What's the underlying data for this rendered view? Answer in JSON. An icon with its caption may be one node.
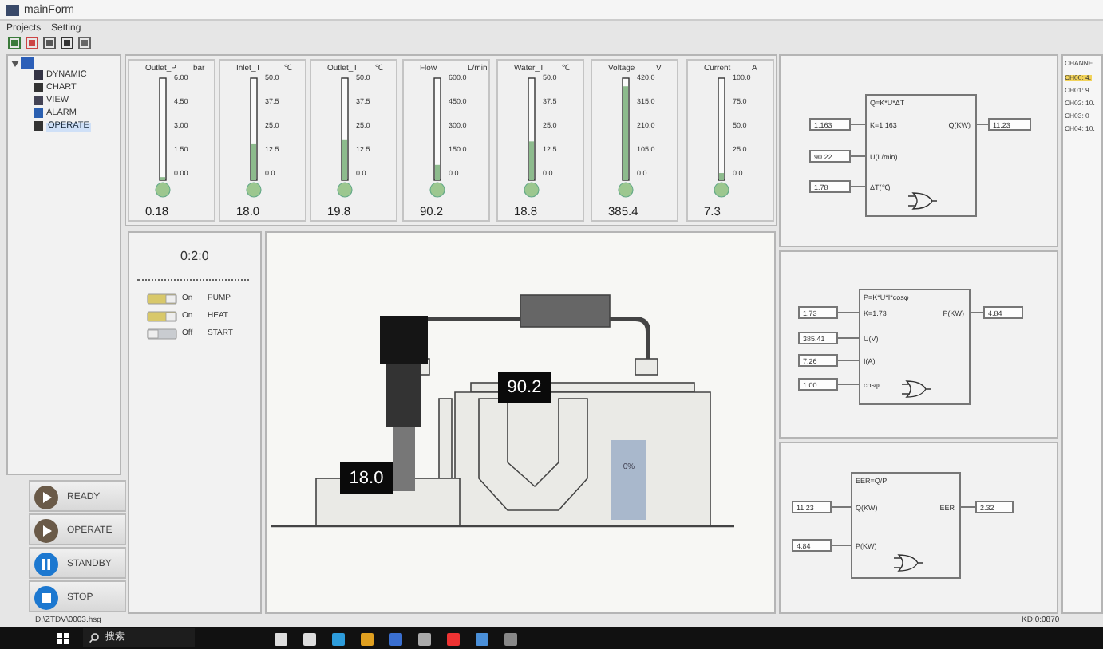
{
  "diagram": {
    "title": "mainForm",
    "nodes": [
      {
        "text": [
          "Outlet_P",
          "bar",
          "6.00",
          "4.50",
          "3.00",
          "1.50",
          "0.00",
          "0.18"
        ]
      },
      {
        "text": [
          "Inlet_T",
          "℃",
          "50.0",
          "37.5",
          "25.0",
          "12.5",
          "0.0",
          "18.0"
        ]
      },
      {
        "text": [
          "Outlet_T",
          "℃",
          "50.0",
          "37.5",
          "25.0",
          "12.5",
          "0.0",
          "19.8"
        ]
      },
      {
        "text": [
          "Flow",
          "L/min",
          "600.0",
          "450.0",
          "300.0",
          "150.0",
          "0.0",
          "90.2"
        ]
      },
      {
        "text": [
          "Water_T",
          "℃",
          "50.0",
          "37.5",
          "25.0",
          "12.5",
          "0.0",
          "18.8"
        ]
      },
      {
        "text": [
          "Voltage",
          "V",
          "420.0",
          "315.0",
          "210.0",
          "105.0",
          "0.0",
          "385.4"
        ]
      },
      {
        "text": [
          "Current",
          "A",
          "100.0",
          "75.0",
          "50.0",
          "25.0",
          "0.0",
          "7.3"
        ]
      },
      {
        "text": [
          "Q=K*U*ΔT",
          "K=1.163",
          "U(L/min)",
          "ΔT(℃)",
          "Q(KW)"
        ]
      },
      {
        "text": [
          "1.163"
        ]
      },
      {
        "text": [
          "90.22"
        ]
      },
      {
        "text": [
          "1.78"
        ]
      },
      {
        "text": [
          "11.23"
        ]
      },
      {
        "text": [
          "P=K*U*I*cosφ",
          "K=1.73",
          "U(V)",
          "I(A)",
          "cosφ",
          "P(KW)"
        ]
      },
      {
        "text": [
          "1.73"
        ]
      },
      {
        "text": [
          "385.41"
        ]
      },
      {
        "text": [
          "7.26"
        ]
      },
      {
        "text": [
          "1.00"
        ]
      },
      {
        "text": [
          "4.84"
        ]
      },
      {
        "text": [
          "EER=Q/P",
          "Q(KW)",
          "P(KW)",
          "EER"
        ]
      },
      {
        "text": [
          "11.23"
        ]
      },
      {
        "text": [
          "4.84"
        ]
      },
      {
        "text": [
          "2.32"
        ]
      }
    ],
    "edges": [
      {
        "from": 8,
        "to": 7,
        "arrow": "none"
      },
      {
        "from": 9,
        "to": 7,
        "arrow": "none"
      },
      {
        "from": 10,
        "to": 7,
        "arrow": "none"
      },
      {
        "from": 7,
        "to": 11,
        "arrow": "none"
      },
      {
        "from": 13,
        "to": 12,
        "arrow": "none"
      },
      {
        "from": 14,
        "to": 12,
        "arrow": "none"
      },
      {
        "from": 15,
        "to": 12,
        "arrow": "none"
      },
      {
        "from": 16,
        "to": 12,
        "arrow": "none"
      },
      {
        "from": 12,
        "to": 17,
        "arrow": "none"
      },
      {
        "from": 19,
        "to": 18,
        "arrow": "none"
      },
      {
        "from": 20,
        "to": 18,
        "arrow": "none"
      },
      {
        "from": 18,
        "to": 21,
        "arrow": "none"
      }
    ],
    "labels": [
      "Projects",
      "Setting",
      "DYNAMIC",
      "CHART",
      "VIEW",
      "ALARM",
      "OPERATE",
      "0:2:0",
      "On",
      "PUMP",
      "On",
      "HEAT",
      "Off",
      "START",
      "90.2",
      "18.0",
      "0%",
      "READY",
      "OPERATE",
      "STANDBY",
      "STOP",
      "CHANNE",
      "CH00: 4.",
      "CH01: 9.",
      "CH02: 10.",
      "CH03: 0",
      "CH04: 10.",
      "D:\\ZTDV\\0003.hsg",
      "搜索",
      "KD:0:0870"
    ]
  }
}
